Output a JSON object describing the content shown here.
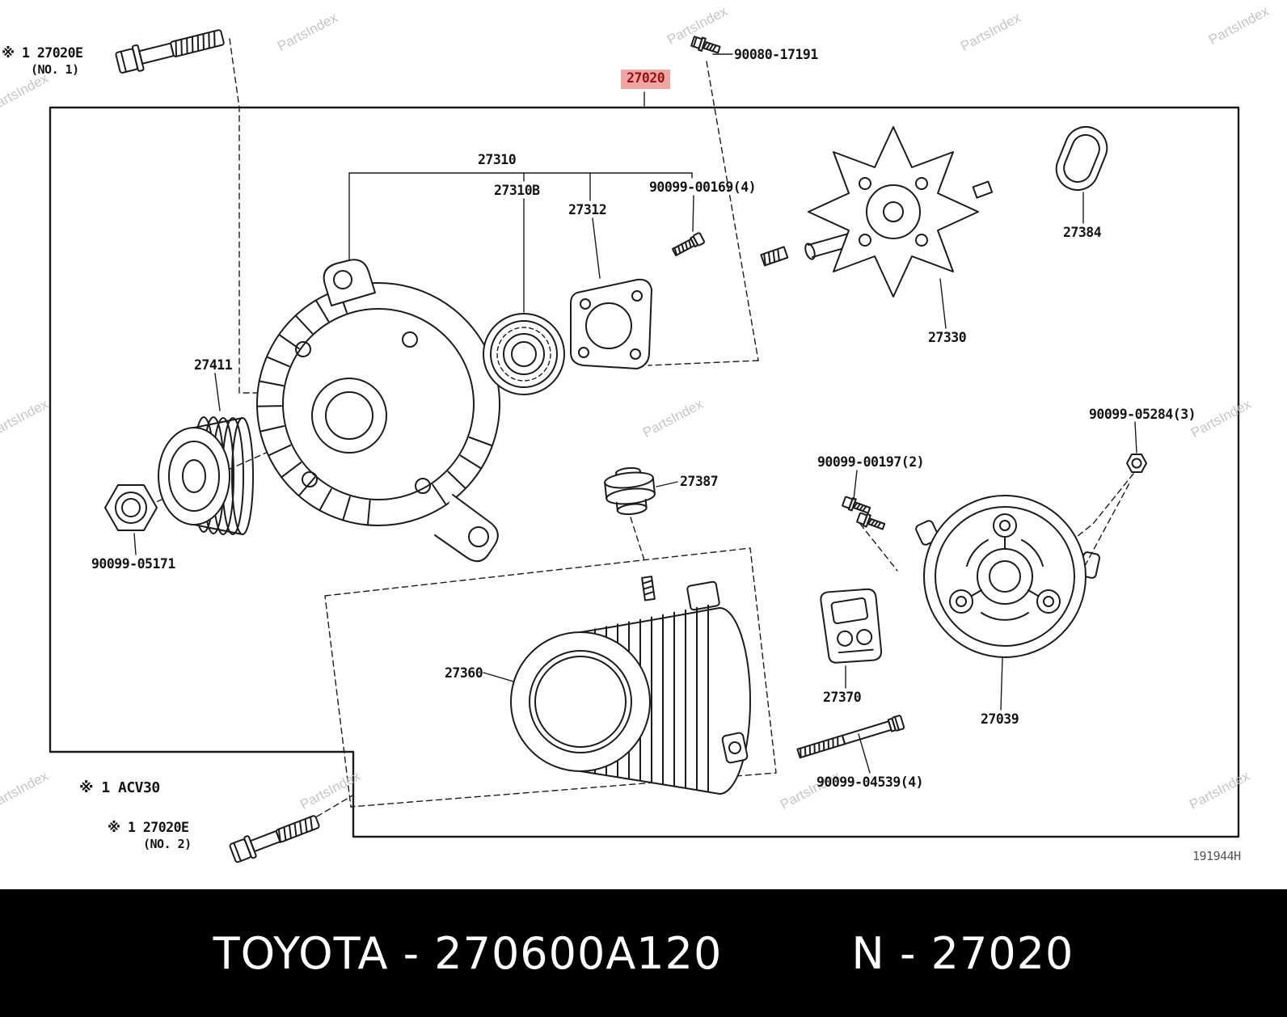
{
  "watermark": {
    "text": "PartsIndex"
  },
  "footer": {
    "left": "TOYOTA - 270600A120",
    "right": "N - 27020"
  },
  "diagram": {
    "drawing_number": "191944H",
    "highlighted_part": "27020",
    "highlight_bg": "#f0a5a5",
    "highlight_text_color": "#991111",
    "labels": {
      "bolt_no1": {
        "text": "※ 1 27020E",
        "sub": "(NO. 1)"
      },
      "bolt_90080_17191": {
        "text": "90080-17191"
      },
      "assy_27020": {
        "text": "27020"
      },
      "bracket_27310": {
        "text": "27310"
      },
      "bearing_27310b": {
        "text": "27310B"
      },
      "retainer_27312": {
        "text": "27312"
      },
      "screw_90099_00169": {
        "text": "90099-00169(4)"
      },
      "cover_27384": {
        "text": "27384"
      },
      "rotor_27330": {
        "text": "27330"
      },
      "pulley_27411": {
        "text": "27411"
      },
      "nut_90099_05171": {
        "text": "90099-05171"
      },
      "nut_90099_05284": {
        "text": "90099-05284(3)"
      },
      "screw_90099_00197": {
        "text": "90099-00197(2)"
      },
      "ring_27387": {
        "text": "27387"
      },
      "stator_27360": {
        "text": "27360"
      },
      "holder_27370": {
        "text": "27370"
      },
      "frame_27039": {
        "text": "27039"
      },
      "bolt_90099_04539": {
        "text": "90099-04539(4)"
      },
      "note_acv30": {
        "text": "※ 1  ACV30"
      },
      "bolt_no2": {
        "text": "※ 1 27020E",
        "sub": "(NO. 2)"
      },
      "drawing_no": {
        "text": "191944H"
      }
    }
  }
}
